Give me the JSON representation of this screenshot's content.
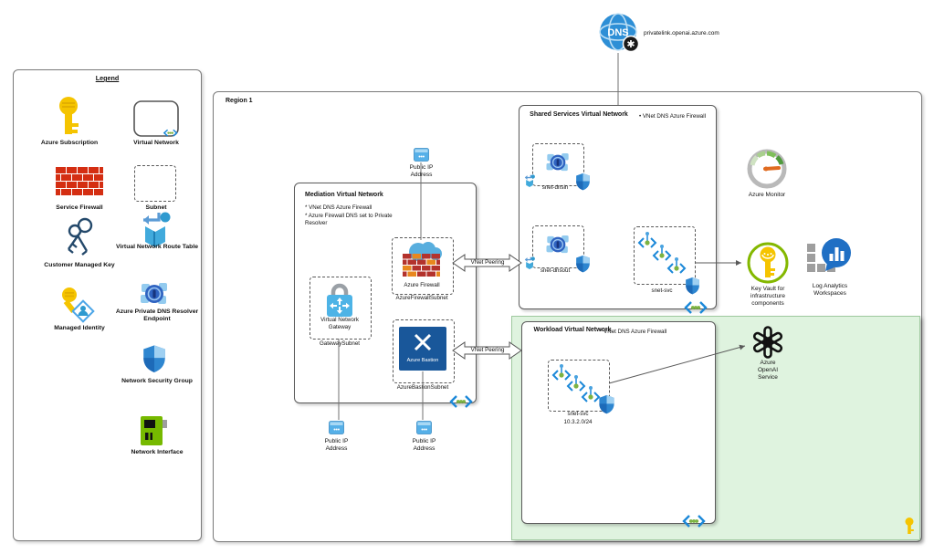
{
  "legend": {
    "title": "Legend",
    "items": {
      "azure_subscription": "Azure Subscription",
      "virtual_network": "Virtual Network",
      "service_firewall": "Service Firewall",
      "subnet": "Subnet",
      "customer_managed_key": "Customer Managed Key",
      "virtual_network_route_table": "Virtual Network Route Table",
      "managed_identity": "Managed Identity",
      "azure_private_dns_resolver_endpoint": "Azure Private DNS Resolver Endpoint",
      "network_security_group": "Network Security Group",
      "network_interface": "Network Interface"
    }
  },
  "region": {
    "label": "Region 1"
  },
  "dns": {
    "label": "privatelink.openai.azure.com",
    "glyph": "DNS"
  },
  "shared_vnet": {
    "title": "Shared Services Virtual Network",
    "note": "• VNet DNS Azure Firewall",
    "subnet_dnsin": "snet-dnsin",
    "subnet_dnsout": "snet-dnsout",
    "subnet_svc": "snet-svc"
  },
  "mediation_vnet": {
    "title": "Mediation Virtual Network",
    "note_line1": "* VNet DNS Azure Firewall",
    "note_line2": "* Azure Firewall DNS set to Private Resolver",
    "firewall_label": "Azure Firewall",
    "firewall_subnet": "AzureFirewallSubnet",
    "gateway_label": "Virtual Network Gateway",
    "gateway_subnet": "GatewaySubnet",
    "bastion_label": "Azure Bastion",
    "bastion_subnet": "AzureBastionSubnet"
  },
  "workload_vnet": {
    "title": "Workload Virtual Network",
    "note": "* VNet DNS Azure Firewall",
    "subnet_svc": "snet-svc",
    "subnet_cidr": "10.3.2.0/24"
  },
  "labels": {
    "public_ip": "Public IP Address",
    "vnet_peering": "VNet Peering"
  },
  "services": {
    "azure_monitor": "Azure Monitor",
    "key_vault": "Key Vault for infrastructure components",
    "log_analytics": "Log Analytics Workspaces",
    "azure_openai": "Azure OpenAI Service"
  },
  "colors": {
    "accent_blue": "#1b88d8",
    "light_blue": "#56b0e8",
    "green_dot": "#7cb342",
    "green_region": "#dff3df",
    "firewall_red": "#b3322c",
    "firewall_orange": "#e8871e",
    "bastion_blue": "#19579a",
    "key_yellow": "#f5c400",
    "keyvault_ring": "#84b800"
  }
}
